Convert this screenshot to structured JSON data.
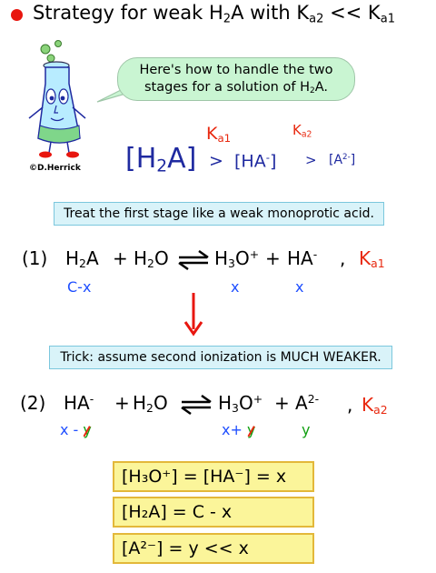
{
  "header": {
    "title_prefix": "Strategy for weak H",
    "title_mid": "A with K",
    "title_mid2": " << K",
    "sub_2": "2",
    "sub_a2": "a2",
    "sub_a1": "a1"
  },
  "bubble": {
    "line1": "Here's how to handle the two",
    "line2_prefix": "stages for a solution of H",
    "line2_sub": "2",
    "line2_suffix": "A."
  },
  "credit": "©D.Herrick",
  "stages": {
    "ka1": "K",
    "ka1_sub": "a1",
    "ka2": "K",
    "ka2_sub": "a2",
    "h2a_a": "[H",
    "h2a_sub": "2",
    "h2a_b": "A]",
    "gt1": ">",
    "ha": "[HA",
    "ha_sup": "-",
    "ha_end": "]",
    "gt2": ">",
    "a2": "[A",
    "a2_sup": "2-",
    "a2_end": "]"
  },
  "note1": "Treat the first stage like a weak monoprotic acid.",
  "eq1": {
    "num": "(1)",
    "h2a": "H",
    "h2a_sub": "2",
    "h2a_end": "A",
    "plus1": "+",
    "h2o": "H",
    "h2o_sub": "2",
    "h2o_end": "O",
    "h3o": "H",
    "h3o_sub": "3",
    "h3o_o": "O",
    "h3o_sup": "+",
    "plus2": "+",
    "ha": "HA",
    "ha_sup": "-",
    "comma": ",",
    "k": "K",
    "k_sub": "a1",
    "under_cx": "C-x",
    "under_x1": "x",
    "under_x2": "x"
  },
  "note2": "Trick: assume second ionization is MUCH WEAKER.",
  "eq2": {
    "num": "(2)",
    "ha": "HA",
    "ha_sup": "-",
    "plus1": "+",
    "h2o": "H",
    "h2o_sub": "2",
    "h2o_end": "O",
    "h3o": "H",
    "h3o_sub": "3",
    "h3o_o": "O",
    "h3o_sup": "+",
    "plus2": "+",
    "a": "A",
    "a_sup": "2-",
    "comma": ",",
    "k": "K",
    "k_sub": "a2",
    "under_xy_a": "x -",
    "under_xy_b": "y",
    "under_xpy_a": "x+",
    "under_xpy_b": "y",
    "under_y": "y"
  },
  "results": {
    "r1": "[H₃O⁺] = [HA⁻] = x",
    "r2": "[H₂A] = C - x",
    "r3": "[A²⁻] = y << x"
  },
  "colors": {
    "red": "#e8280f",
    "blue": "#1f4fff",
    "green": "#12a012",
    "navy": "#1f2aa0",
    "highlight": "#fbf59a",
    "note_bg": "#d9f3f9"
  }
}
